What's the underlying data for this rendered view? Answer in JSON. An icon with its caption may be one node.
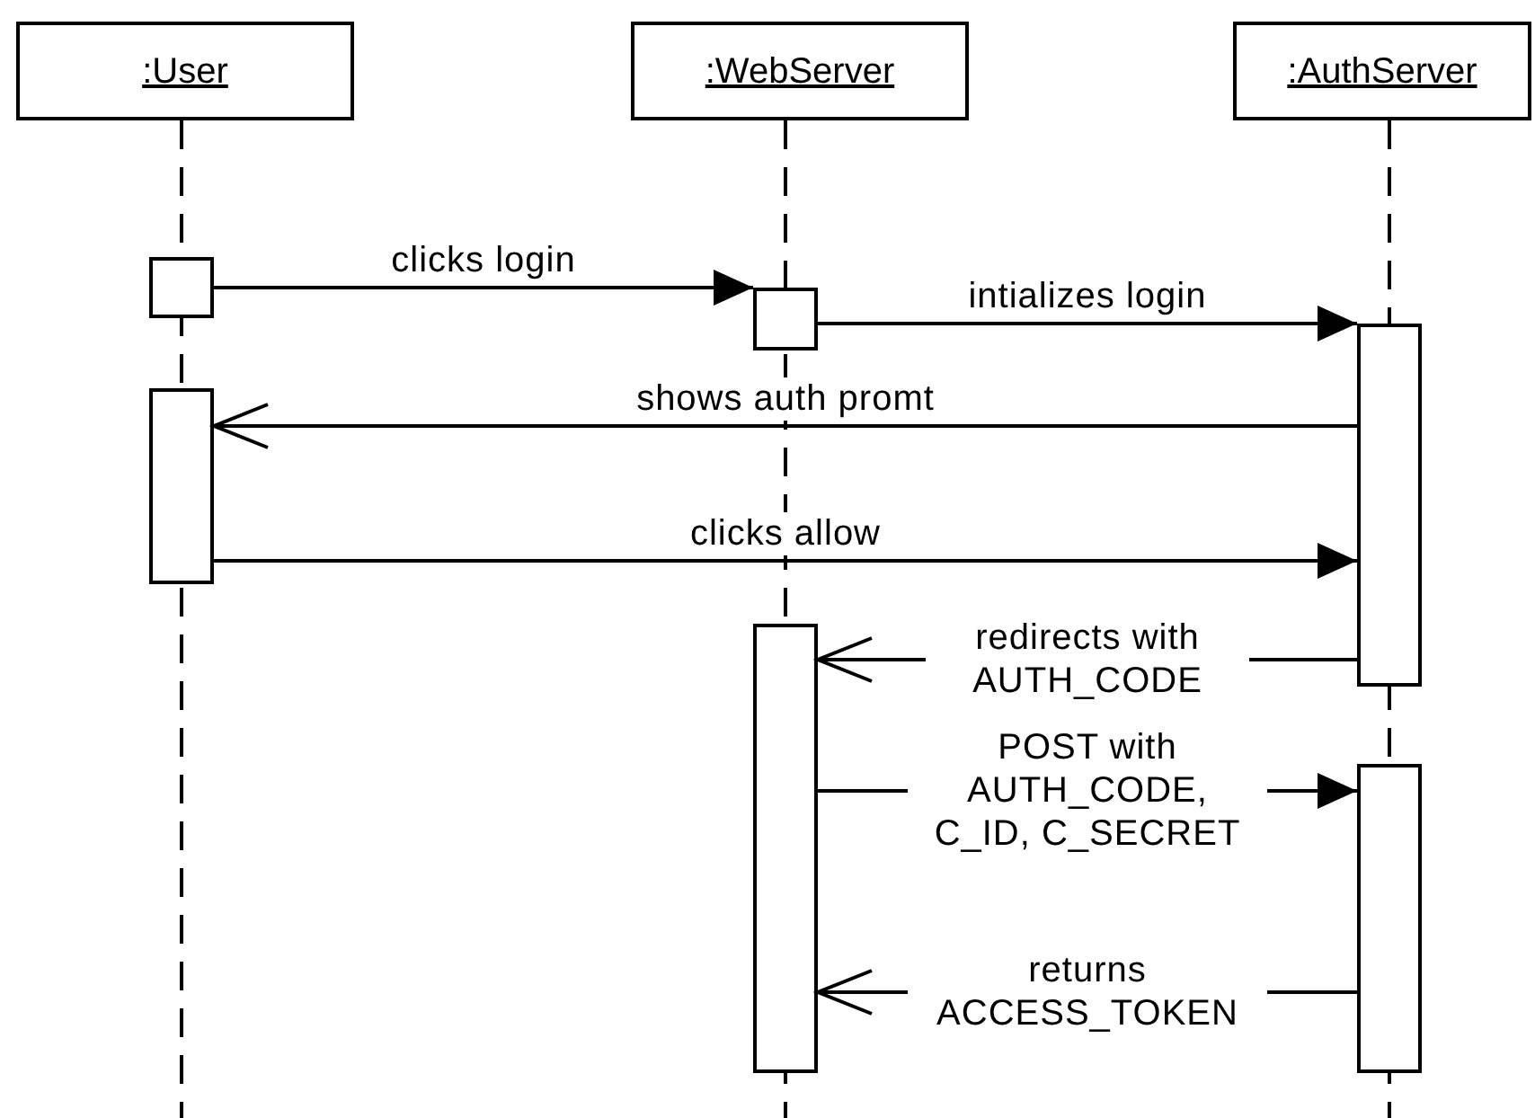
{
  "diagram": {
    "nodes": [
      {
        "text": [
          ":User"
        ]
      },
      {
        "text": [
          ":WebServer"
        ]
      },
      {
        "text": [
          ":AuthServer"
        ]
      },
      {
        "text": [],
        "shape": "box"
      },
      {
        "text": [],
        "shape": "box"
      },
      {
        "text": [],
        "shape": "box"
      },
      {
        "text": [],
        "shape": "box"
      },
      {
        "text": [],
        "shape": "box"
      },
      {
        "text": [],
        "shape": "box"
      }
    ],
    "edges": [
      {
        "from": 3,
        "to": 4,
        "arrow": "to",
        "label": "clicks login"
      },
      {
        "from": 4,
        "to": 5,
        "arrow": "to",
        "label": "intializes login"
      },
      {
        "from": 5,
        "to": 6,
        "arrow": "to",
        "label": "shows auth promt"
      },
      {
        "from": 6,
        "to": 5,
        "arrow": "to",
        "label": "clicks allow"
      },
      {
        "from": 5,
        "to": 7,
        "arrow": "to",
        "label": "redirects with AUTH_CODE"
      },
      {
        "from": 7,
        "to": 8,
        "arrow": "to",
        "label": "POST with AUTH_CODE, C_ID, C_SECRET"
      },
      {
        "from": 8,
        "to": 7,
        "arrow": "to",
        "label": "returns ACCESS_TOKEN"
      }
    ]
  }
}
